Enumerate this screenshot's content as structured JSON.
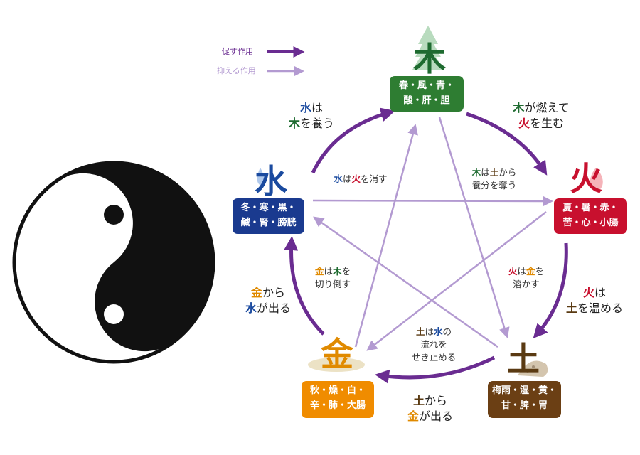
{
  "legend": {
    "promote": "促す作用",
    "suppress": "抑える作用"
  },
  "elements": {
    "wood": {
      "glyph": "木",
      "line1": "春・風・青・",
      "line2": "酸・肝・胆",
      "color": "#2e7d32",
      "glyph_color": "#1e6b30"
    },
    "fire": {
      "glyph": "火",
      "line1": "夏・暑・赤・",
      "line2": "苦・心・小腸",
      "color": "#c8102e",
      "glyph_color": "#c8102e"
    },
    "earth": {
      "glyph": "土",
      "line1": "梅雨・湿・黄・",
      "line2": "甘・脾・胃",
      "color": "#6b3f14",
      "glyph_color": "#5a3a12"
    },
    "metal": {
      "glyph": "金",
      "line1": "秋・燥・白・",
      "line2": "辛・肺・大腸",
      "color": "#f08c00",
      "glyph_color": "#e08a00"
    },
    "water": {
      "glyph": "水",
      "line1": "冬・寒・黒・",
      "line2": "鹹・腎・膀胱",
      "color": "#1a3a8f",
      "glyph_color": "#1a4a9f"
    }
  },
  "cycle_labels": {
    "wood_fire": {
      "a": "木",
      "b": "が燃えて",
      "c": "火",
      "d": "を生む"
    },
    "fire_earth": {
      "a": "火",
      "b": "は",
      "c": "土",
      "d": "を温める"
    },
    "earth_metal": {
      "a": "土",
      "b": "から",
      "c": "金",
      "d": "が出る"
    },
    "metal_water": {
      "a": "金",
      "b": "から",
      "c": "水",
      "d": "が出る"
    },
    "water_wood": {
      "a": "水",
      "b": "は",
      "c": "木",
      "d": "を養う"
    }
  },
  "restrain_labels": {
    "wood_earth": {
      "a": "木",
      "b": "は",
      "c": "土",
      "d": "から",
      "e": "養分を奪う"
    },
    "fire_metal": {
      "a": "火",
      "b": "は",
      "c": "金",
      "d": "を",
      "e": "溶かす"
    },
    "earth_water": {
      "a": "土",
      "b": "は",
      "c": "水",
      "d": "の",
      "e": "流れを",
      "f": "せき止める"
    },
    "metal_wood": {
      "a": "金",
      "b": "は",
      "c": "木",
      "d": "を",
      "e": "切り倒す"
    },
    "water_fire": {
      "a": "水",
      "b": "は",
      "c": "火",
      "d": "を消す"
    }
  },
  "colors": {
    "promote_arrow": "#6a2c91",
    "suppress_arrow": "#b39ad1",
    "wood": "#1e6b30",
    "fire": "#c8102e",
    "earth": "#5a3a12",
    "metal": "#e08a00",
    "water": "#1a4a9f"
  }
}
